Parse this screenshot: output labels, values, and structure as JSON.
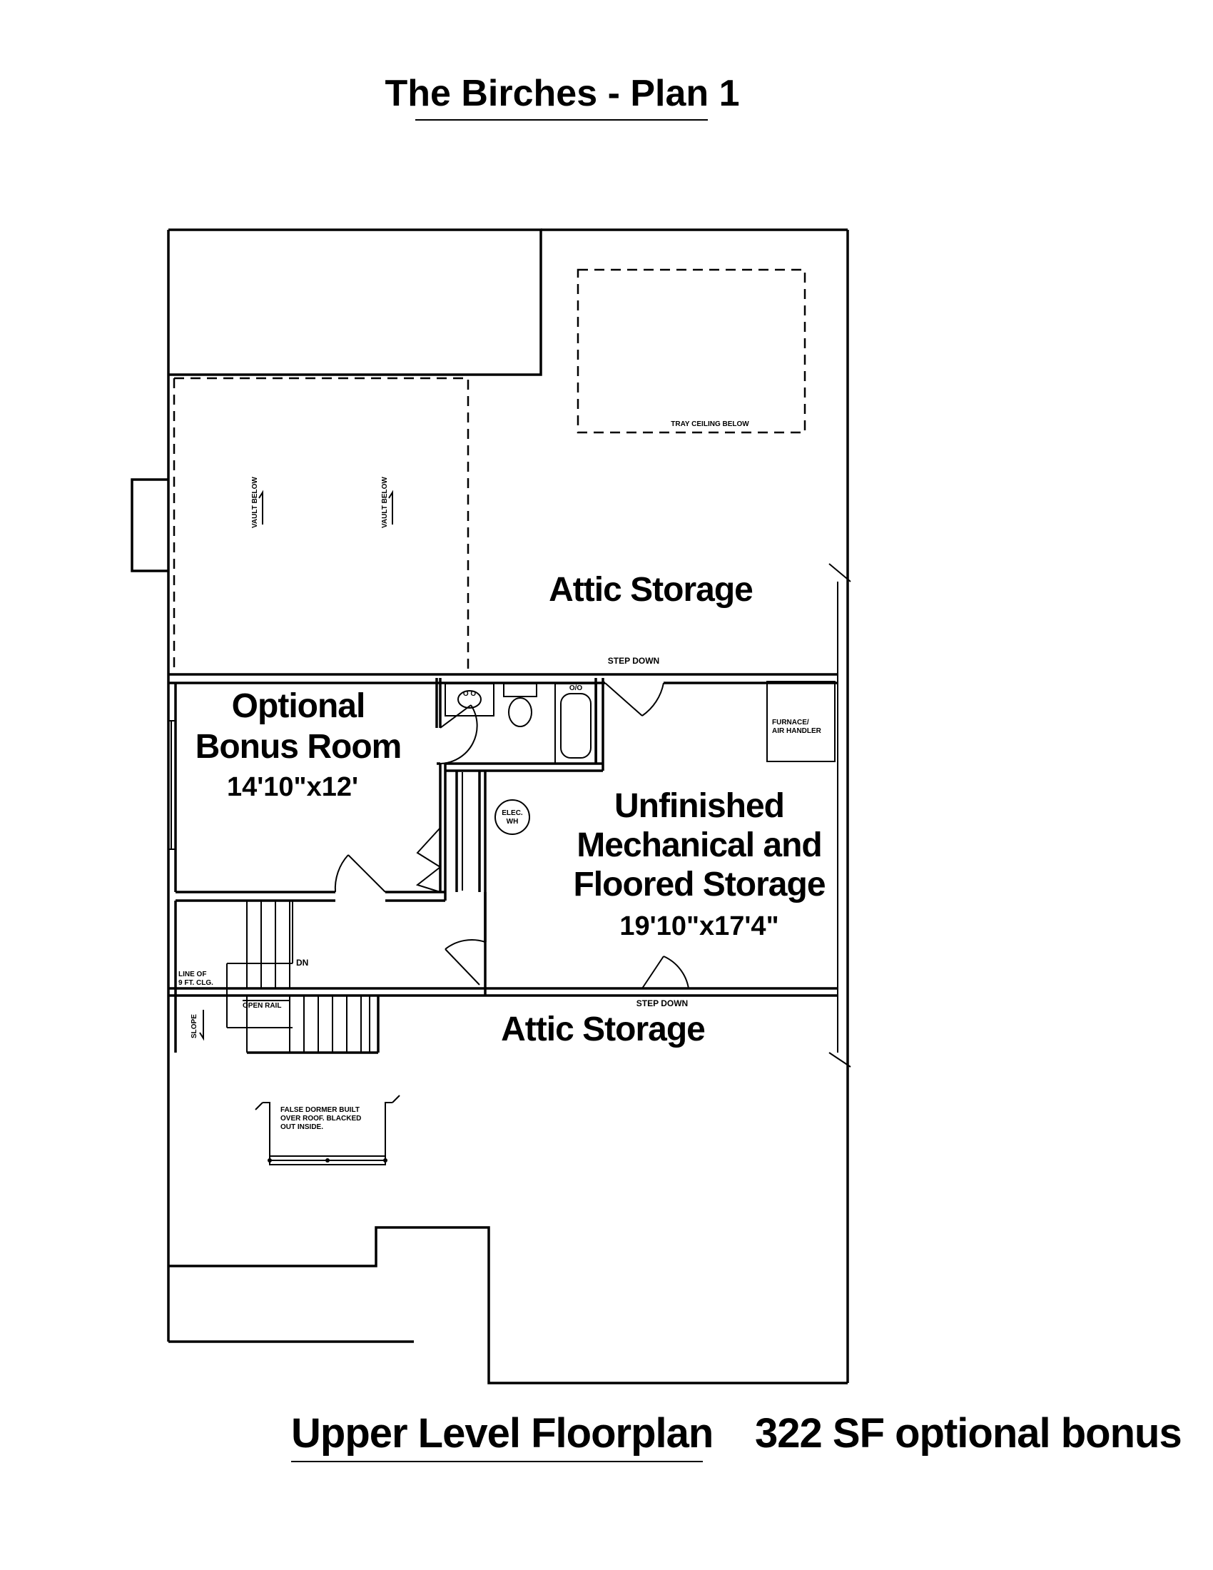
{
  "title": "The Birches - Plan 1",
  "rooms": {
    "bonus_name_line1": "Optional",
    "bonus_name_line2": "Bonus Room",
    "bonus_size": "14'10\"x12'",
    "mech_line1": "Unfinished",
    "mech_line2": "Mechanical and",
    "mech_line3": "Floored Storage",
    "mech_size": "19'10\"x17'4\"",
    "attic_upper": "Attic Storage",
    "attic_lower": "Attic Storage"
  },
  "notes": {
    "tray_ceiling": "TRAY CEILING BELOW",
    "vault_1": "VAULT BELOW",
    "vault_2": "VAULT BELOW",
    "step_down_top": "STEP DOWN",
    "step_down_bottom": "STEP DOWN",
    "furnace_line1": "FURNACE/",
    "furnace_line2": "AIR HANDLER",
    "elec_line1": "ELEC.",
    "elec_line2": "WH",
    "line_of_line1": "LINE OF",
    "line_of_line2": "9 FT. CLG.",
    "open_rail": "OPEN RAIL",
    "dn": "DN",
    "slope": "SLOPE",
    "dormer_line1": "FALSE DORMER BUILT",
    "dormer_line2": "OVER ROOF. BLACKED",
    "dormer_line3": "OUT INSIDE."
  },
  "footer": {
    "plan_label": "Upper Level Floorplan",
    "bonus_area": "322 SF optional bonus"
  }
}
